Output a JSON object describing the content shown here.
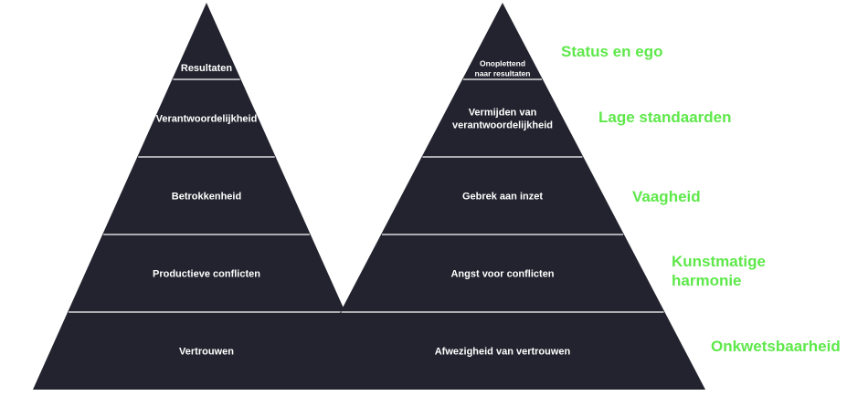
{
  "colors": {
    "pyramid_fill": "#23232f",
    "separator": "#ffffff",
    "level_text": "#ffffff",
    "side_label": "#5ee84a"
  },
  "left_pyramid": {
    "levels": [
      "Resultaten",
      "Verantwoordelijkheid",
      "Betrokkenheid",
      "Productieve conflicten",
      "Vertrouwen"
    ]
  },
  "right_pyramid": {
    "levels": [
      [
        "Onoplettend",
        "naar resultaten"
      ],
      [
        "Vermijden van",
        "verantwoordelijkheid"
      ],
      [
        "Gebrek aan inzet"
      ],
      [
        "Angst voor conflicten"
      ],
      [
        "Afwezigheid van vertrouwen"
      ]
    ]
  },
  "side_labels": [
    [
      "Status en ego"
    ],
    [
      "Lage standaarden"
    ],
    [
      "Vaagheid"
    ],
    [
      "Kunstmatige",
      "harmonie"
    ],
    [
      "Onkwetsbaarheid"
    ]
  ]
}
